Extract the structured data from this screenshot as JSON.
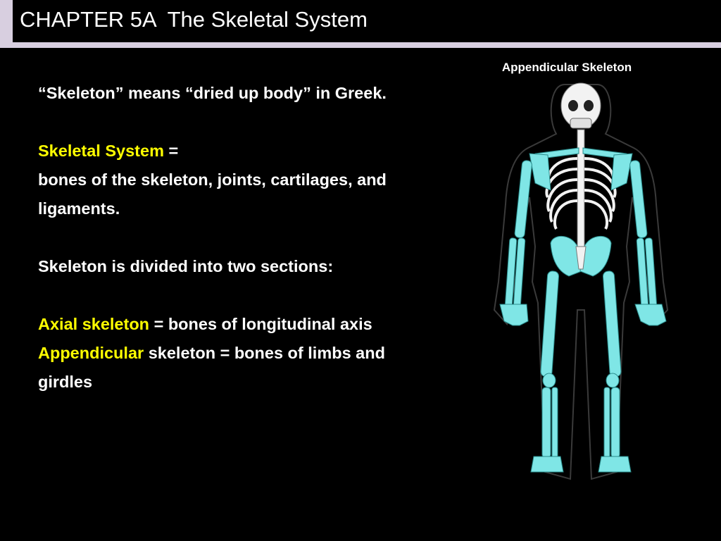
{
  "header": {
    "title": "CHAPTER 5A  The Skeletal System"
  },
  "content": {
    "intro": "“Skeleton” means “dried up body” in Greek.",
    "skeletal_system_term": "Skeletal System",
    "skeletal_system_eq": " =",
    "skeletal_system_def": "bones of the skeleton, joints, cartilages, and ligaments.",
    "sections_intro": "Skeleton is divided into two sections:",
    "axial_term": "Axial skeleton",
    "axial_def": " = bones of longitudinal axis",
    "appendicular_term": "Appendicular",
    "appendicular_def": " skeleton = bones of limbs and girdles"
  },
  "figure": {
    "caption": "Appendicular Skeleton",
    "illustration": "human-skeleton-illustration",
    "colors": {
      "appendicular_bone": "#7fe6e6",
      "axial_bone": "#f2f2f2",
      "background": "#000000",
      "accent_text": "#ffff00",
      "title_bar": "#d8cfe0"
    }
  }
}
